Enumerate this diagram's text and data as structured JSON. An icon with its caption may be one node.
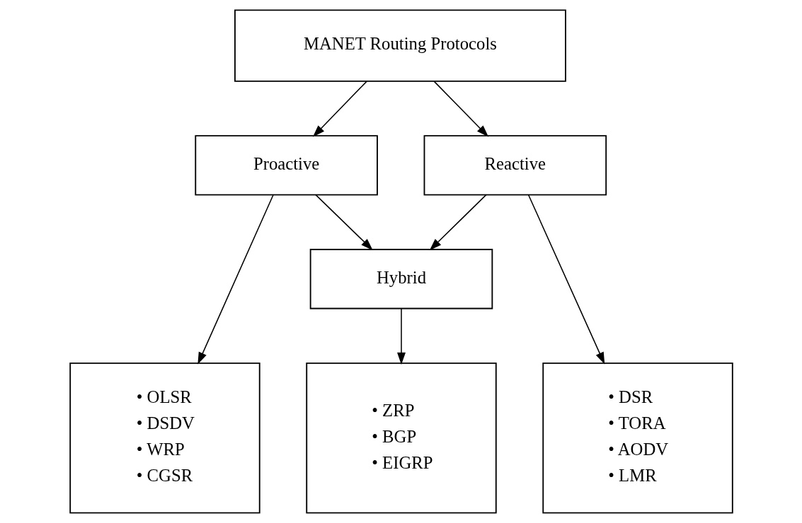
{
  "diagram": {
    "nodes": [
      {
        "text": [
          "MANET Routing Protocols"
        ]
      },
      {
        "text": [
          "Proactive"
        ]
      },
      {
        "text": [
          "Reactive"
        ]
      },
      {
        "text": [
          "Hybrid"
        ]
      },
      {
        "text": [
          "• OLSR",
          "• DSDV",
          "• WRP",
          "• CGSR"
        ]
      },
      {
        "text": [
          "• ZRP",
          "• BGP",
          "• EIGRP"
        ]
      },
      {
        "text": [
          "• DSR",
          "• TORA",
          "• AODV",
          "• LMR"
        ]
      }
    ],
    "edges": [
      {
        "from": 0,
        "to": 1,
        "arrow": "to"
      },
      {
        "from": 0,
        "to": 2,
        "arrow": "to"
      },
      {
        "from": 1,
        "to": 3,
        "arrow": "to"
      },
      {
        "from": 2,
        "to": 3,
        "arrow": "to"
      },
      {
        "from": 1,
        "to": 4,
        "arrow": "to"
      },
      {
        "from": 3,
        "to": 5,
        "arrow": "to"
      },
      {
        "from": 2,
        "to": 6,
        "arrow": "to"
      }
    ]
  }
}
